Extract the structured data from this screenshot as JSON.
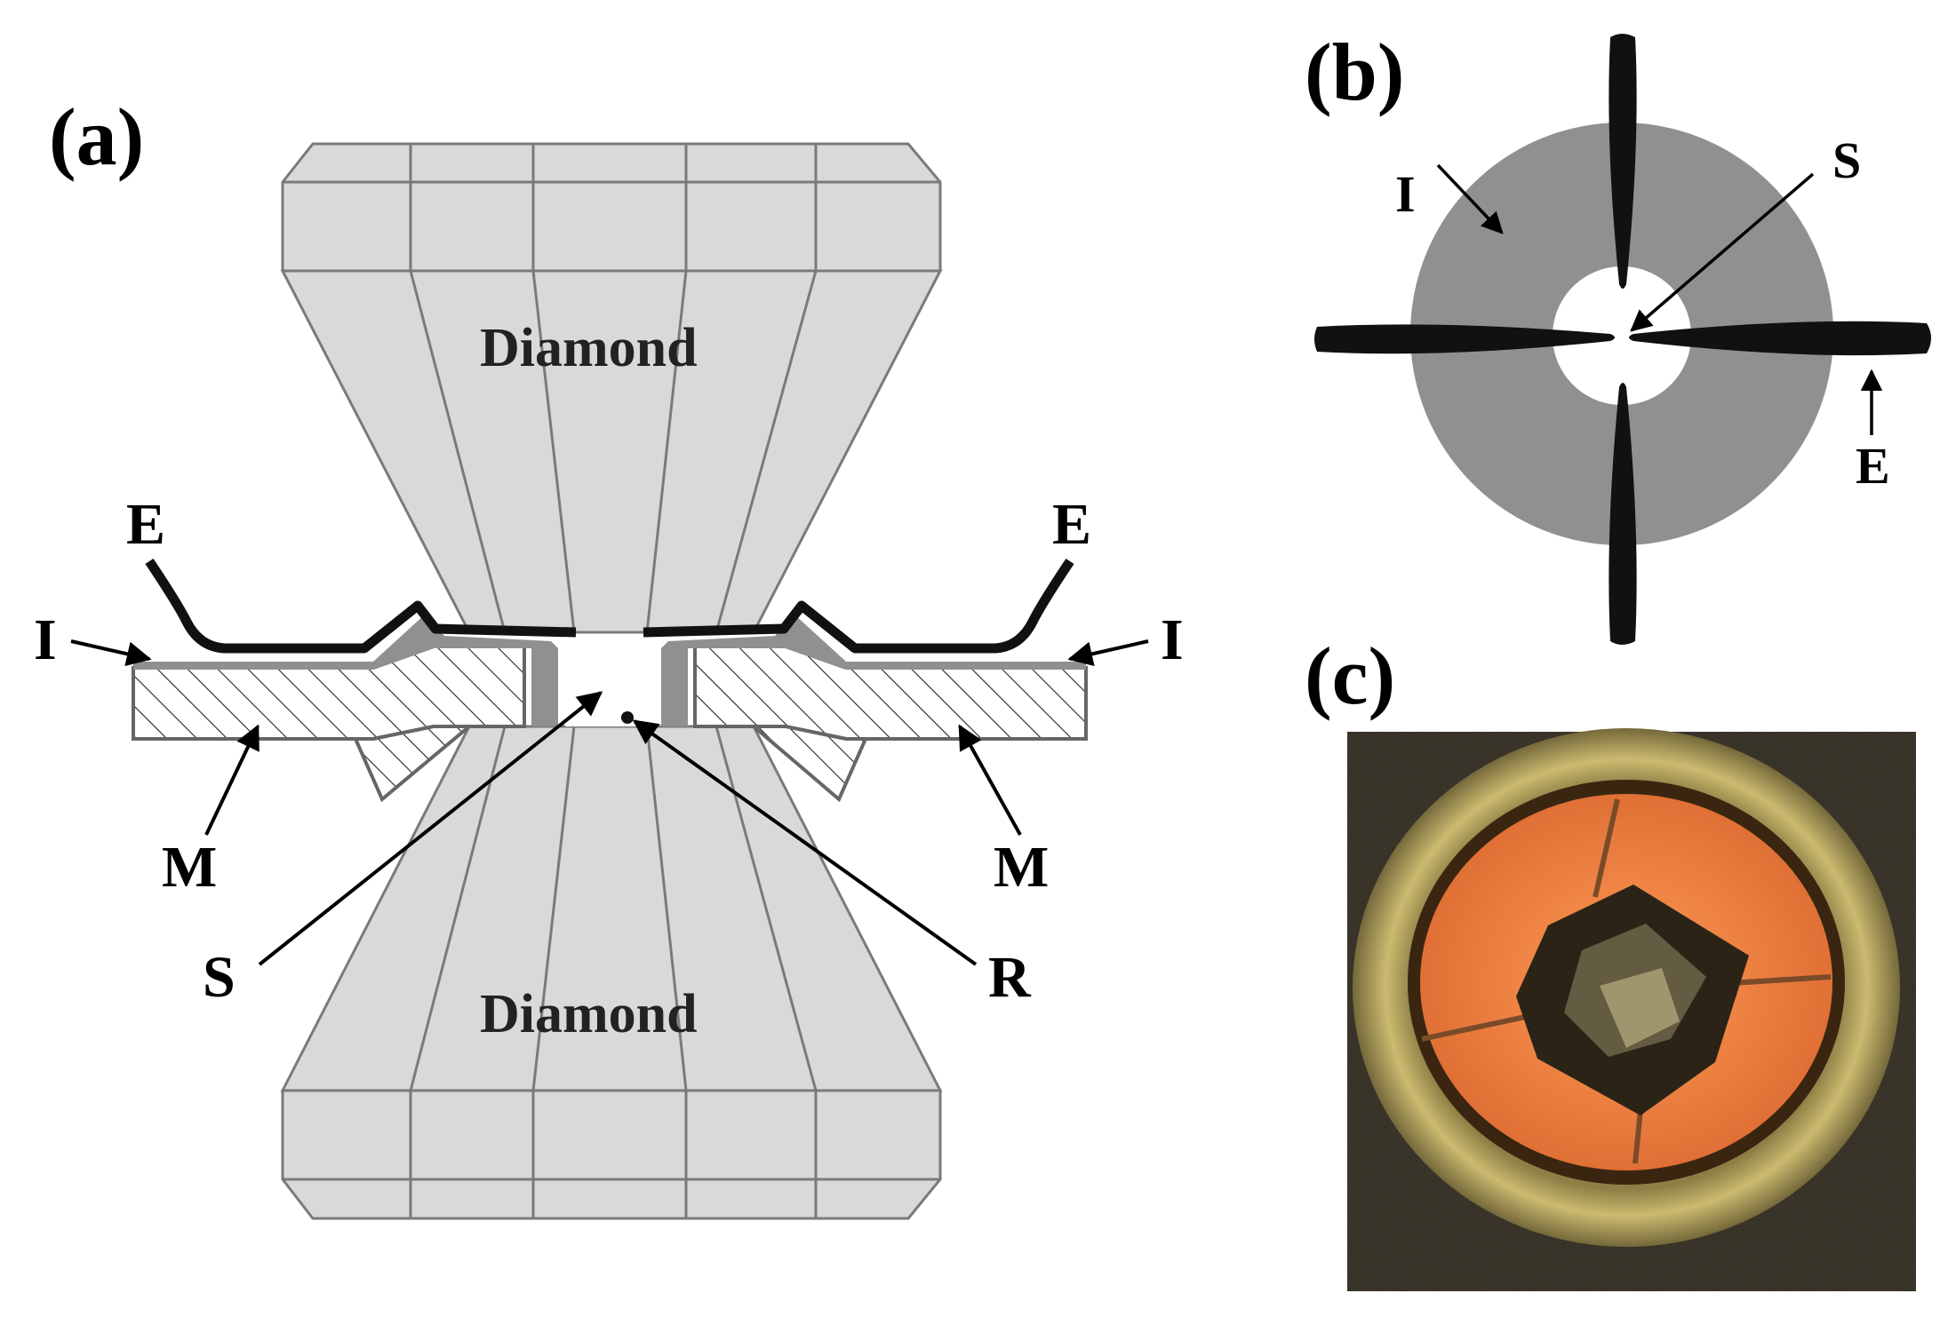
{
  "panel_a": {
    "label": "(a)",
    "diamond_top": "Diamond",
    "diamond_bottom": "Diamond",
    "label_E_left": "E",
    "label_E_right": "E",
    "label_I_left": "I",
    "label_I_right": "I",
    "label_M_left": "M",
    "label_M_right": "M",
    "label_S": "S",
    "label_R": "R"
  },
  "panel_b": {
    "label": "(b)",
    "label_I": "I",
    "label_S": "S",
    "label_E": "E"
  },
  "panel_c": {
    "label": "(c)"
  },
  "colors": {
    "diamond_fill": "#d9d9d9",
    "diamond_stroke": "#7a7a7a",
    "insulator_gray": "#909090",
    "electrode_black": "#111111",
    "photo_orange": "#f08a4a",
    "photo_gold": "#b9a45a",
    "photo_dark": "#2a2418"
  }
}
